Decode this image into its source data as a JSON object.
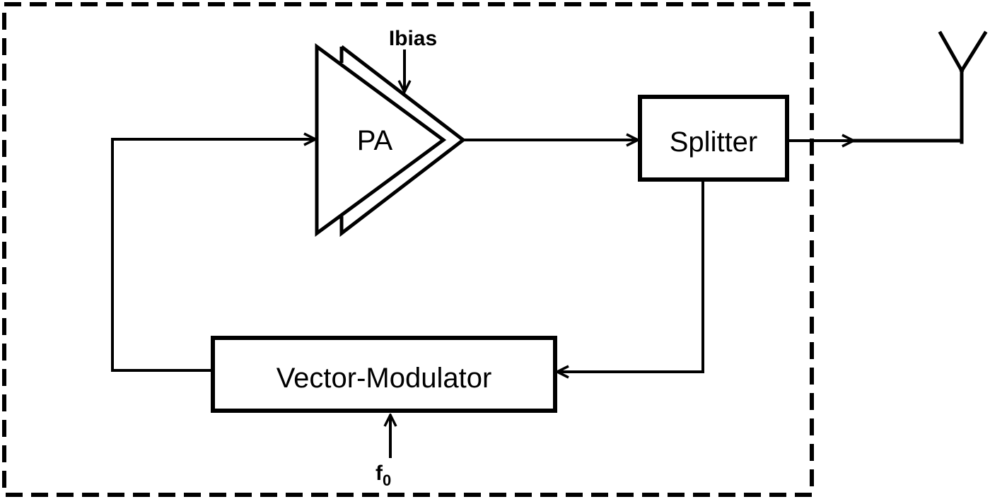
{
  "diagram": {
    "blocks": {
      "pa": "PA",
      "splitter": "Splitter",
      "vector_modulator": "Vector-Modulator"
    },
    "inputs": {
      "bias": "Ibias",
      "freq_main": "f",
      "freq_sub": "0"
    }
  },
  "colors": {
    "stroke": "#000000",
    "background": "#ffffff"
  }
}
